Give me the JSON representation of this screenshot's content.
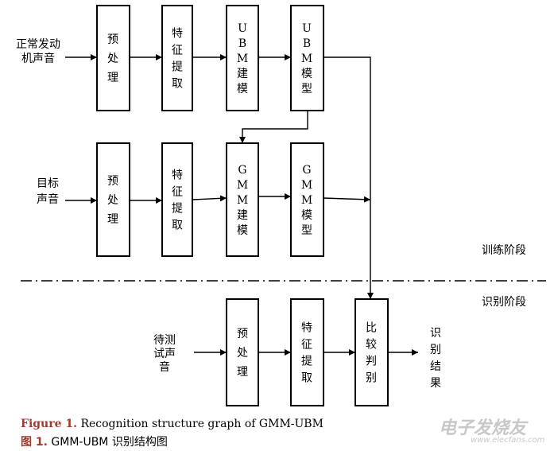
{
  "stages": {
    "train": "训练阶段",
    "recognize": "识别阶段"
  },
  "rows": [
    {
      "input": "正常发动机声音",
      "boxes": [
        "预处理",
        "特征提取",
        "UBM建模",
        "UBM模型"
      ]
    },
    {
      "input": "目标声音",
      "boxes": [
        "预处理",
        "特征提取",
        "GMM建模",
        "GMM模型"
      ]
    },
    {
      "input": "待测试声音",
      "boxes": [
        "预处理",
        "特征提取",
        "比较判别"
      ],
      "output": "识别结果"
    }
  ],
  "caption": {
    "en_label": "Figure 1.",
    "en_text": " Recognition structure graph of GMM-UBM",
    "zh_label": "图 1.",
    "zh_text": " GMM-UBM 识别结构图"
  },
  "watermark": {
    "logo": "电子发烧友",
    "url": "www.elecfans.com"
  }
}
